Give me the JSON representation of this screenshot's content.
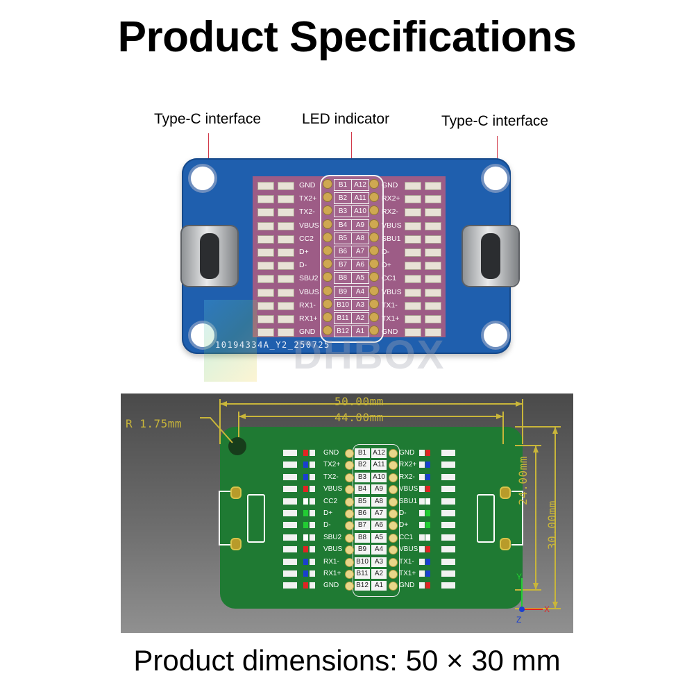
{
  "page": {
    "title": "Product Specifications",
    "footer": "Product dimensions: 50 × 30 mm"
  },
  "callouts": {
    "left": "Type-C interface",
    "center": "LED indicator",
    "right": "Type-C interface"
  },
  "board": {
    "serial": "10194334A_Y2_250725",
    "watermark": "DHBOX",
    "left_labels": [
      "GND",
      "TX2+",
      "TX2-",
      "VBUS",
      "CC2",
      "D+",
      "D-",
      "SBU2",
      "VBUS",
      "RX1-",
      "RX1+",
      "GND"
    ],
    "right_labels": [
      "GND",
      "RX2+",
      "RX2-",
      "VBUS",
      "SBU1",
      "D-",
      "D+",
      "CC1",
      "VBUS",
      "TX1-",
      "TX1+",
      "GND"
    ],
    "b_pins": [
      "B1",
      "B2",
      "B3",
      "B4",
      "B5",
      "B6",
      "B7",
      "B8",
      "B9",
      "B10",
      "B11",
      "B12"
    ],
    "a_pins": [
      "A12",
      "A11",
      "A10",
      "A9",
      "A8",
      "A7",
      "A6",
      "A5",
      "A4",
      "A3",
      "A2",
      "A1"
    ]
  },
  "cad": {
    "dim_width_outer": "50.00mm",
    "dim_width_inner": "44.00mm",
    "dim_height_outer": "30.00mm",
    "dim_height_inner": "24.00mm",
    "radius": "R 1.75mm",
    "axis_x": "X",
    "axis_y": "Y",
    "axis_z": "Z",
    "left_labels": [
      "GND",
      "TX2+",
      "TX2-",
      "VBUS",
      "CC2",
      "D+",
      "D-",
      "SBU2",
      "VBUS",
      "RX1-",
      "RX1+",
      "GND"
    ],
    "right_labels": [
      "GND",
      "RX2+",
      "RX2-",
      "VBUS",
      "SBU1",
      "D-",
      "D+",
      "CC1",
      "VBUS",
      "TX1-",
      "TX1+",
      "GND"
    ],
    "b_pins": [
      "B1",
      "B2",
      "B3",
      "B4",
      "B5",
      "B6",
      "B7",
      "B8",
      "B9",
      "B10",
      "B11",
      "B12"
    ],
    "a_pins": [
      "A12",
      "A11",
      "A10",
      "A9",
      "A8",
      "A7",
      "A6",
      "A5",
      "A4",
      "A3",
      "A2",
      "A1"
    ],
    "left_led_colors": [
      "#e02424",
      "#1a3fd0",
      "#1a3fd0",
      "#e02424",
      "#ffffff",
      "#22cc33",
      "#22cc33",
      "#ffffff",
      "#e02424",
      "#1a3fd0",
      "#1a3fd0",
      "#e02424"
    ],
    "right_led_colors": [
      "#e02424",
      "#1a3fd0",
      "#1a3fd0",
      "#e02424",
      "#ffffff",
      "#22cc33",
      "#22cc33",
      "#ffffff",
      "#e02424",
      "#1a3fd0",
      "#1a3fd0",
      "#e02424"
    ]
  },
  "colors": {
    "pcb_blue": "#1f5fae",
    "pcb_green": "#1f7a33",
    "dimension": "#c9b63a",
    "callout_line": "#d23a4a"
  }
}
